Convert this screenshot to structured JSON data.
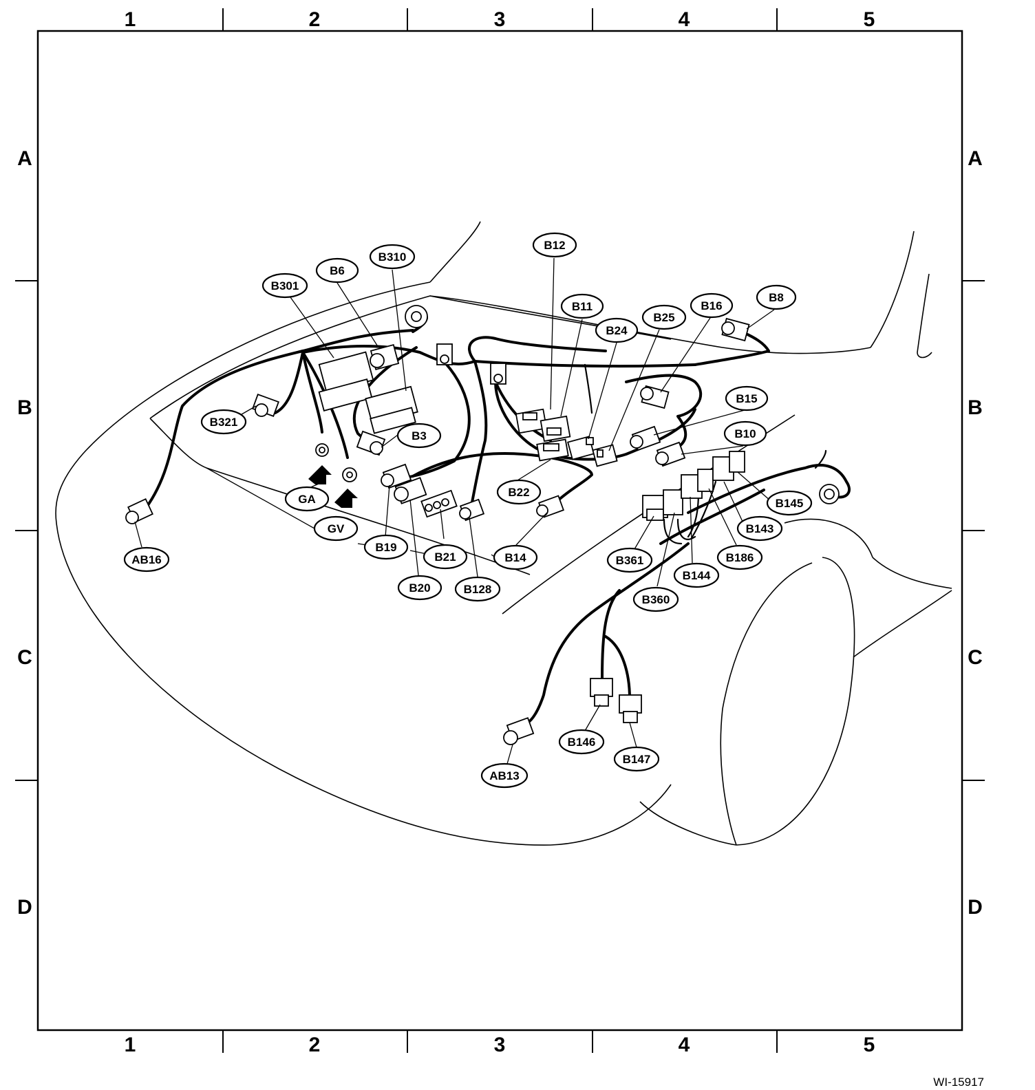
{
  "grid": {
    "columns": [
      "1",
      "2",
      "3",
      "4",
      "5"
    ],
    "rows": [
      "A",
      "B",
      "C",
      "D"
    ]
  },
  "drawing_id": "WI-15917",
  "callouts": [
    {
      "id": "b301",
      "label": "B301"
    },
    {
      "id": "b6",
      "label": "B6"
    },
    {
      "id": "b310",
      "label": "B310"
    },
    {
      "id": "b12",
      "label": "B12"
    },
    {
      "id": "b11",
      "label": "B11"
    },
    {
      "id": "b24",
      "label": "B24"
    },
    {
      "id": "b25",
      "label": "B25"
    },
    {
      "id": "b16",
      "label": "B16"
    },
    {
      "id": "b8",
      "label": "B8"
    },
    {
      "id": "b15",
      "label": "B15"
    },
    {
      "id": "b10",
      "label": "B10"
    },
    {
      "id": "b321",
      "label": "B321"
    },
    {
      "id": "b3",
      "label": "B3"
    },
    {
      "id": "b22",
      "label": "B22"
    },
    {
      "id": "ga",
      "label": "GA"
    },
    {
      "id": "gv",
      "label": "GV"
    },
    {
      "id": "b19",
      "label": "B19"
    },
    {
      "id": "b21",
      "label": "B21"
    },
    {
      "id": "b14",
      "label": "B14"
    },
    {
      "id": "b20",
      "label": "B20"
    },
    {
      "id": "b128",
      "label": "B128"
    },
    {
      "id": "ab16",
      "label": "AB16"
    },
    {
      "id": "b145",
      "label": "B145"
    },
    {
      "id": "b143",
      "label": "B143"
    },
    {
      "id": "b186",
      "label": "B186"
    },
    {
      "id": "b144",
      "label": "B144"
    },
    {
      "id": "b361",
      "label": "B361"
    },
    {
      "id": "b360",
      "label": "B360"
    },
    {
      "id": "b146",
      "label": "B146"
    },
    {
      "id": "b147",
      "label": "B147"
    },
    {
      "id": "ab13",
      "label": "AB13"
    }
  ]
}
